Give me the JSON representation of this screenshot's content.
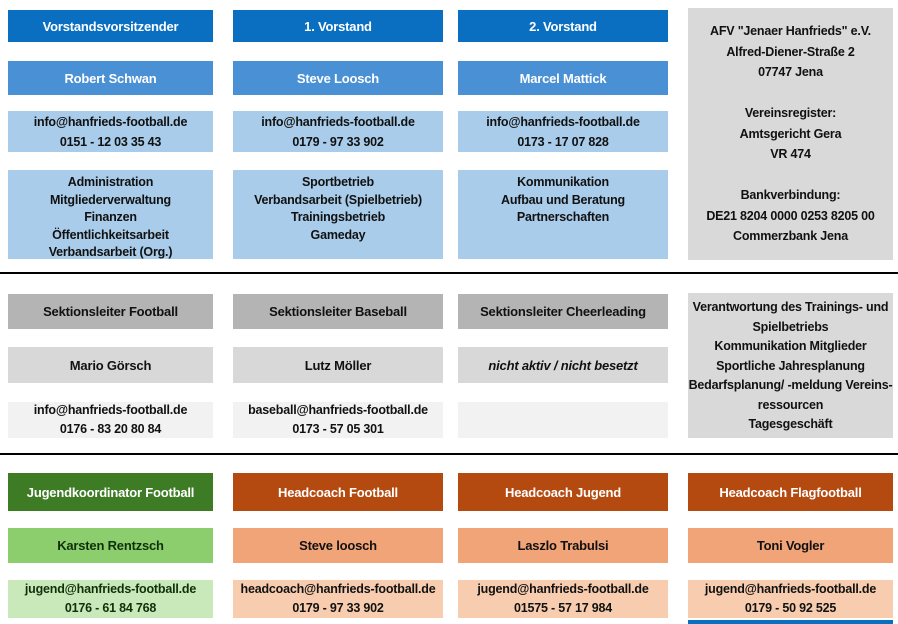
{
  "colors": {
    "header_blue": "#0B6FC1",
    "name_blue": "#4A90D5",
    "light_blue": "#A9CCEA",
    "header_gray": "#B4B4B4",
    "name_gray": "#D8D8D8",
    "light_gray": "#F2F2F2",
    "info_gray": "#D9D9D9",
    "header_green": "#3D7B25",
    "name_green": "#8CCE6D",
    "light_green": "#C9E9BA",
    "header_orange": "#B54A10",
    "name_orange": "#F1A478",
    "light_orange": "#F8CDAF",
    "divider_black": "#000000"
  },
  "board": {
    "columns": [
      {
        "role": "Vorstandsvorsitzender",
        "name": "Robert Schwan",
        "contact": "info@hanfrieds-football.de\n0151 - 12 03 35 43",
        "tasks": "Administration\nMitgliederverwaltung\nFinanzen\nÖffentlichkeitsarbeit\nVerbandsarbeit (Org.)"
      },
      {
        "role": "1. Vorstand",
        "name": "Steve Loosch",
        "contact": "info@hanfrieds-football.de\n0179 - 97 33 902",
        "tasks": "Sportbetrieb\nVerbandsarbeit (Spielbetrieb)\nTrainingsbetrieb\nGameday"
      },
      {
        "role": "2. Vorstand",
        "name": "Marcel Mattick",
        "contact": "info@hanfrieds-football.de\n0173 - 17 07 828",
        "tasks": "Kommunikation\nAufbau und Beratung\nPartnerschaften"
      }
    ],
    "club_info": "AFV \"Jenaer Hanfrieds\" e.V.\nAlfred-Diener-Straße 2\n07747 Jena\n\nVereinsregister:\nAmtsgericht Gera\nVR 474\n\nBankverbindung:\nDE21 8204 0000 0253 8205 00\nCommerzbank Jena"
  },
  "sections": {
    "columns": [
      {
        "role": "Sektionsleiter Football",
        "name": "Mario Görsch",
        "contact": "info@hanfrieds-football.de\n0176 - 83 20 80 84"
      },
      {
        "role": "Sektionsleiter Baseball",
        "name": "Lutz Möller",
        "contact": "baseball@hanfrieds-football.de\n0173 - 57 05 301"
      },
      {
        "role": "Sektionsleiter Cheerleading",
        "name": "nicht aktiv / nicht besetzt",
        "contact": ""
      }
    ],
    "duties": "Verantwortung des Trainings- und\nSpielbetriebs\nKommunikation Mitglieder\nSportliche Jahresplanung\nBedarfsplanung/ -meldung Vereins-\nressourcen\nTagesgeschäft"
  },
  "coaches": {
    "columns": [
      {
        "role": "Jugendkoordinator Football",
        "name": "Karsten Rentzsch",
        "contact": "jugend@hanfrieds-football.de\n0176 - 61 84 768"
      },
      {
        "role": "Headcoach Football",
        "name": "Steve loosch",
        "contact": "headcoach@hanfrieds-football.de\n0179 - 97 33 902"
      },
      {
        "role": "Headcoach Jugend",
        "name": "Laszlo Trabulsi",
        "contact": "jugend@hanfrieds-football.de\n01575 - 57 17 984"
      },
      {
        "role": "Headcoach Flagfootball",
        "name": "Toni Vogler",
        "contact": "jugend@hanfrieds-football.de\n0179 - 50 92 525"
      }
    ]
  }
}
